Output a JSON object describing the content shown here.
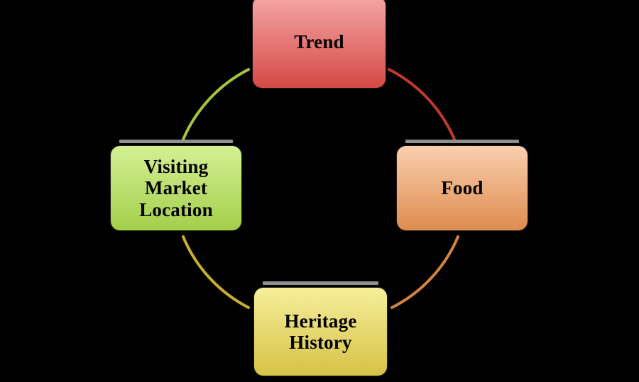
{
  "diagram": {
    "type": "cycle",
    "title": "",
    "background_color": "#000000",
    "nodes": [
      {
        "id": "trend",
        "label": "Trend",
        "position": "top",
        "fill_top": "#f4a6a6",
        "fill_bottom": "#d44a45"
      },
      {
        "id": "food",
        "label": "Food",
        "position": "right",
        "fill_top": "#f9cfae",
        "fill_bottom": "#dd8c4e"
      },
      {
        "id": "heritage",
        "label": "Heritage\nHistory",
        "position": "bottom",
        "fill_top": "#f6ef9a",
        "fill_bottom": "#d6c247"
      },
      {
        "id": "visiting",
        "label": "Visiting\nMarket\nLocation",
        "position": "left",
        "fill_top": "#d4f093",
        "fill_bottom": "#a3cf4b"
      }
    ],
    "connectors": [
      {
        "id": "trend-to-food",
        "from": "trend",
        "to": "food",
        "color": "#c0392b"
      },
      {
        "id": "food-to-heritage",
        "from": "food",
        "to": "heritage",
        "color": "#d2843f"
      },
      {
        "id": "heritage-to-visiting",
        "from": "heritage",
        "to": "visiting",
        "color": "#c8b02e"
      },
      {
        "id": "visiting-to-trend",
        "from": "visiting",
        "to": "trend",
        "color": "#a5c63c"
      }
    ]
  }
}
